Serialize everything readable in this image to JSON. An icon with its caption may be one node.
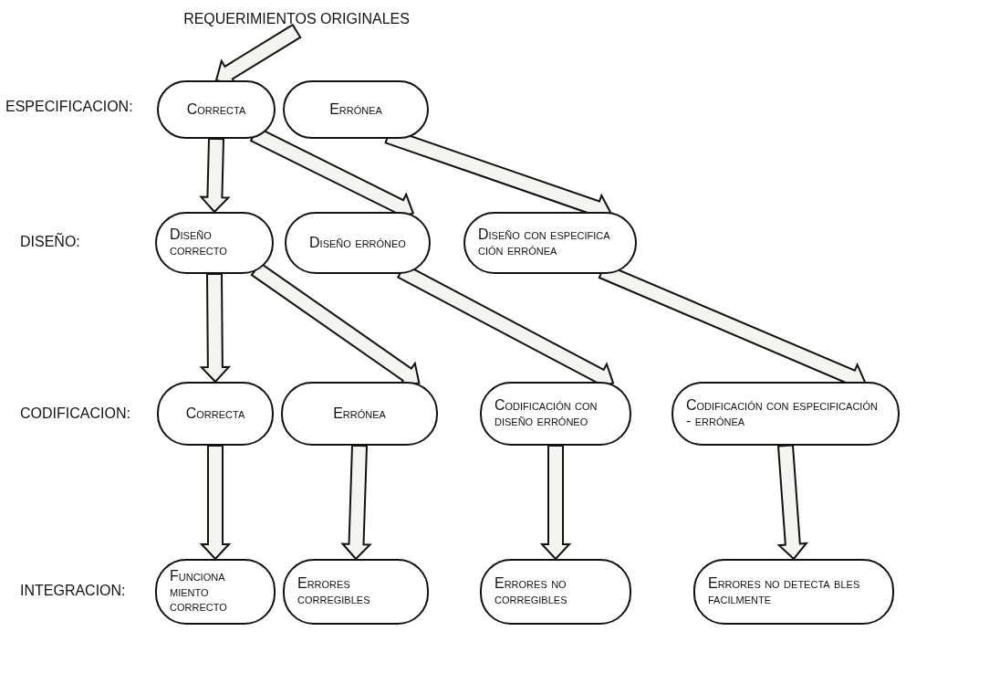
{
  "diagram": {
    "nodes": [
      {
        "text": [
          "REQUERIMIENTOS ORIGINALES"
        ]
      },
      {
        "text": [
          "Correcta"
        ]
      },
      {
        "text": [
          "Errónea"
        ]
      },
      {
        "text": [
          "Diseño correcto"
        ]
      },
      {
        "text": [
          "Diseño erróneo"
        ]
      },
      {
        "text": [
          "Diseño con especifica ción errónea"
        ]
      },
      {
        "text": [
          "Correcta"
        ]
      },
      {
        "text": [
          "Errónea"
        ]
      },
      {
        "text": [
          "Codificación con diseño erróneo"
        ]
      },
      {
        "text": [
          "Codificación con especificación - errónea"
        ]
      },
      {
        "text": [
          "Funciona miento correcto"
        ]
      },
      {
        "text": [
          "Errores corregibles"
        ]
      },
      {
        "text": [
          "Errores no corregibles"
        ]
      },
      {
        "text": [
          "Errores no detecta bles facilmente"
        ]
      }
    ],
    "edges": [
      {
        "from": 0,
        "to": 1,
        "arrow": "to"
      },
      {
        "from": 1,
        "to": 3,
        "arrow": "to"
      },
      {
        "from": 1,
        "to": 4,
        "arrow": "to"
      },
      {
        "from": 2,
        "to": 5,
        "arrow": "to"
      },
      {
        "from": 3,
        "to": 6,
        "arrow": "to"
      },
      {
        "from": 3,
        "to": 7,
        "arrow": "to"
      },
      {
        "from": 4,
        "to": 8,
        "arrow": "to"
      },
      {
        "from": 5,
        "to": 9,
        "arrow": "to"
      },
      {
        "from": 6,
        "to": 10,
        "arrow": "to"
      },
      {
        "from": 7,
        "to": 11,
        "arrow": "to"
      },
      {
        "from": 8,
        "to": 12,
        "arrow": "to"
      },
      {
        "from": 9,
        "to": 13,
        "arrow": "to"
      }
    ],
    "labels": [
      "ESPECIFICACION:",
      "DISEÑO:",
      "CODIFICACION:",
      "INTEGRACION:"
    ]
  }
}
